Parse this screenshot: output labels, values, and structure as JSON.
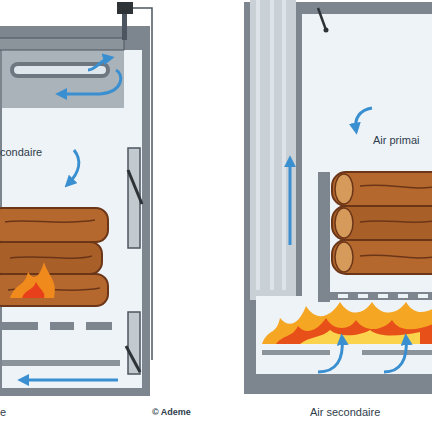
{
  "diagram": {
    "labels": [
      "condaire",
      "Air primai",
      "e",
      "© Ademe",
      "Air secondaire"
    ]
  }
}
